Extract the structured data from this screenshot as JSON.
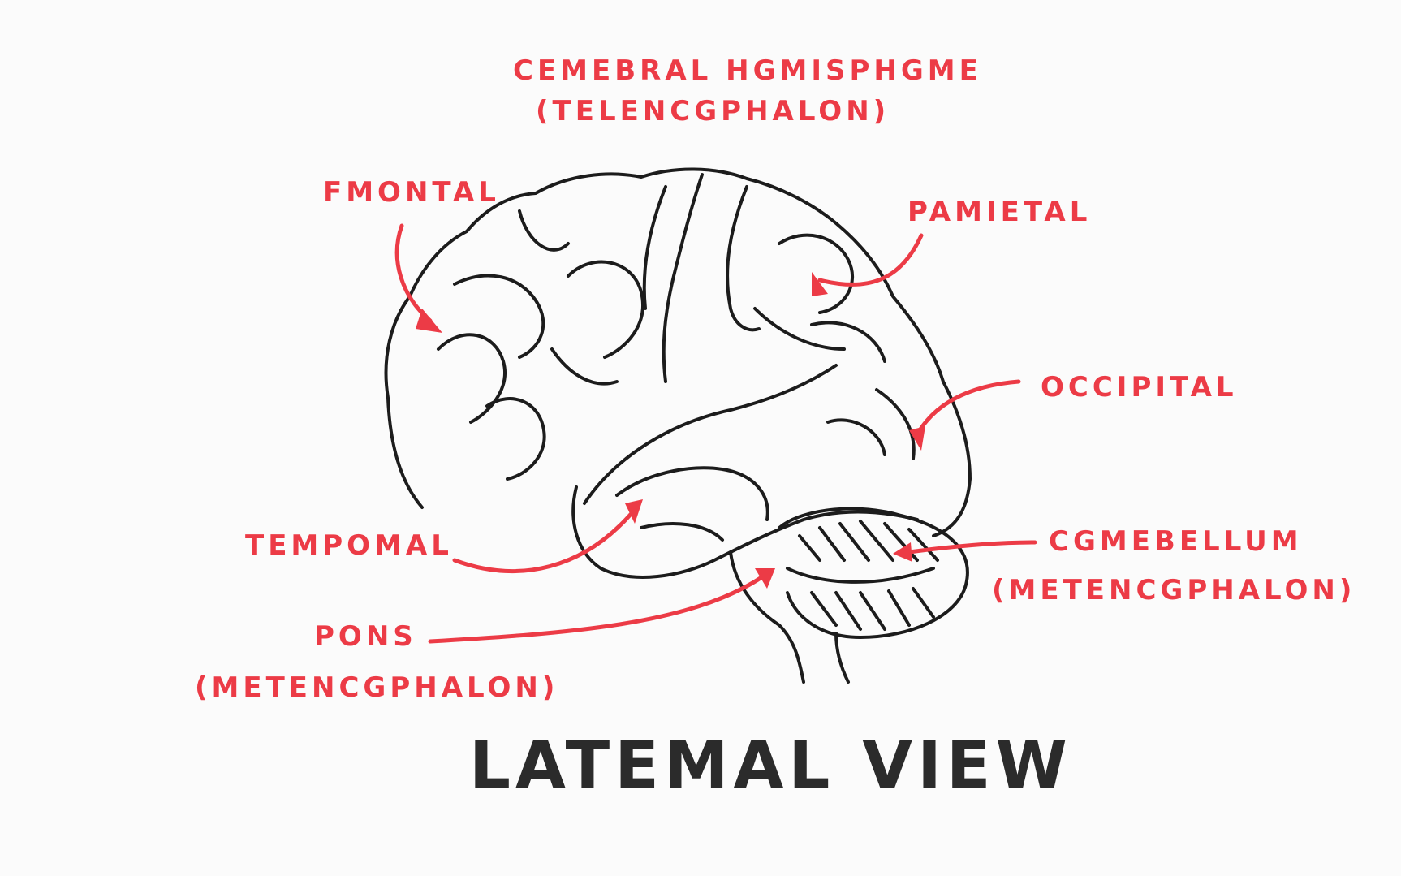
{
  "diagram": {
    "labels": {
      "cerebral_line1": "CEMEBRAL HGMISPHGME",
      "cerebral_line2": "(TELENCGPHALON)",
      "frontal": "FMONTAL",
      "parietal": "PAMIETAL",
      "occipital": "OCCIPITAL",
      "temporal": "TEMPOMAL",
      "cerebellum_line1": "CGMEBELLUM",
      "cerebellum_line2": "(METENCGPHALON)",
      "pons_line1": "PONS",
      "pons_line2": "(METENCGPHALON)"
    },
    "title": "LATEMAL VIEW",
    "colors": {
      "label_color": "#ec3b46",
      "outline_color": "#1c1c1c",
      "title_color": "#2b2b2b",
      "background": "#fbfbfb"
    }
  }
}
